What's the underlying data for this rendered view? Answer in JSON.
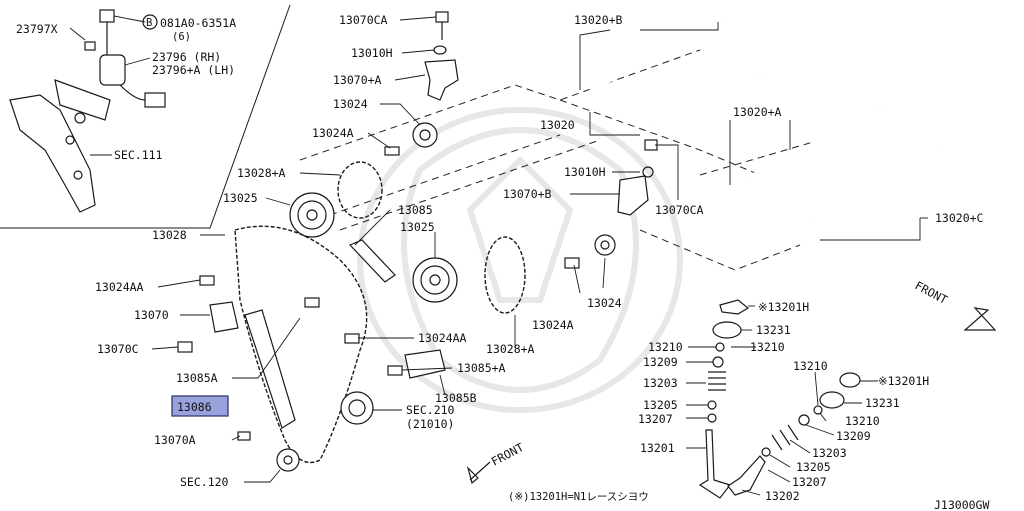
{
  "labels": {
    "l_23797x": "23797X",
    "l_08120": "081A0-6351A",
    "l_08120_qty": "(6)",
    "l_bolt_mark": "B",
    "l_23796": "23796   (RH)",
    "l_23796a": "23796+A (LH)",
    "l_sec111": "SEC.111",
    "l_13070ca_top": "13070CA",
    "l_13010h_top": "13010H",
    "l_13070a_top": "13070+A",
    "l_13024_top": "13024",
    "l_13024a_top": "13024A",
    "l_13028a_top": "13028+A",
    "l_13025_left": "13025",
    "l_13085": "13085",
    "l_13025_mid": "13025",
    "l_13028": "13028",
    "l_13024aa_left": "13024AA",
    "l_13070": "13070",
    "l_13070c": "13070C",
    "l_13085a": "13085A",
    "l_13086": "13086",
    "l_13070a_bottom": "13070A",
    "l_sec120": "SEC.120",
    "l_13024aa_mid": "13024AA",
    "l_13085a_mid": "13085+A",
    "l_13085b": "13085B",
    "l_sec210": "SEC.210",
    "l_21010": "(21010)",
    "l_13028a_mid": "13028+A",
    "l_13024a_right": "13024A",
    "l_13024_right": "13024",
    "l_13010h_mid": "13010H",
    "l_13070b": "13070+B",
    "l_13070ca_mid": "13070CA",
    "l_13020": "13020",
    "l_13020b": "13020+B",
    "l_13020a": "13020+A",
    "l_13020c": "13020+C",
    "l_13201h_a": "※13201H",
    "l_13231_a": "13231",
    "l_13210_a1": "13210",
    "l_13210_a2": "13210",
    "l_13209_a": "13209",
    "l_13203_a": "13203",
    "l_13205_a": "13205",
    "l_13207_a": "13207",
    "l_13201": "13201",
    "l_13210_b1": "13210",
    "l_13201h_b": "※13201H",
    "l_13231_b": "13231",
    "l_13210_b2": "13210",
    "l_13209_b": "13209",
    "l_13203_b": "13203",
    "l_13205_b": "13205",
    "l_13207_b": "13207",
    "l_13202": "13202",
    "l_front_right": "FRONT",
    "l_front_bottom": "FRONT",
    "l_note": "(※)13201H=N1レースシヨウ",
    "l_code": "J13000GW"
  },
  "highlight_color": "#9aa2de"
}
